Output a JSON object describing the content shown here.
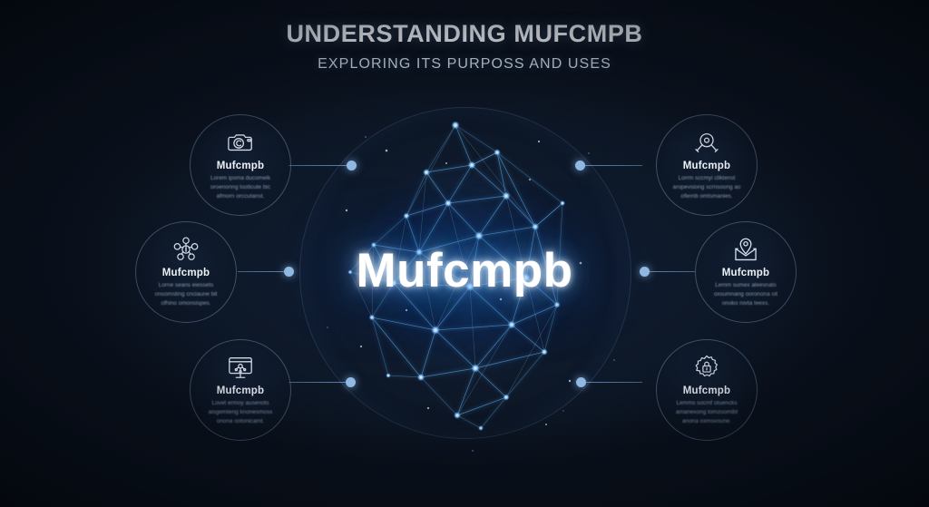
{
  "header": {
    "title": "UNDERSTANDING MUFCMPB",
    "subtitle": "EXPLORING ITS PURPOSS AND USES"
  },
  "center": {
    "wordmark": "Mufcmpb",
    "graphic": "network-mesh-graphic"
  },
  "colors": {
    "background": "#0b1320",
    "accent_blue": "#8fb9e2",
    "node_glow": "#2e82d6",
    "title_text": "#f2f6fb",
    "subtitle_text": "#c4cfdd",
    "body_text": "#8ea2ba",
    "ring_stroke": "#91afd2"
  },
  "nodes": [
    {
      "id": "top-left",
      "icon": "camera-icon",
      "title": "Mufcmpb",
      "desc": "Lorem ipsma ducomeik oroenonng looticute bic afmorn orccutanst."
    },
    {
      "id": "top-right",
      "icon": "magnifier-icon",
      "title": "Mufcmpb",
      "desc": "Lorrm sccmyi cliktenst aropevsiong scrnsoong ao ofiemb omtsmanies."
    },
    {
      "id": "mid-left",
      "icon": "network-hub-icon",
      "title": "Mufcmpb",
      "desc": "Lorne seans eiessets onoomsting cnciaune bit ofhino omonsispes."
    },
    {
      "id": "mid-right",
      "icon": "location-pin-icon",
      "title": "Mufcmpb",
      "desc": "Lemm sumex aleesnats oxsumnang ooronona oit onoko rovta teexs."
    },
    {
      "id": "bottom-left",
      "icon": "monitor-icon",
      "title": "Mufcmpb",
      "desc": "Lovet ermoy ausenots aisgemteng knonesmoss onona ootonicamt."
    },
    {
      "id": "bottom-right",
      "icon": "gear-lock-icon",
      "title": "Mufcmpb",
      "desc": "Lemms socmf otuencks amanexong tomzoomibt anona oxmsvoune."
    }
  ]
}
